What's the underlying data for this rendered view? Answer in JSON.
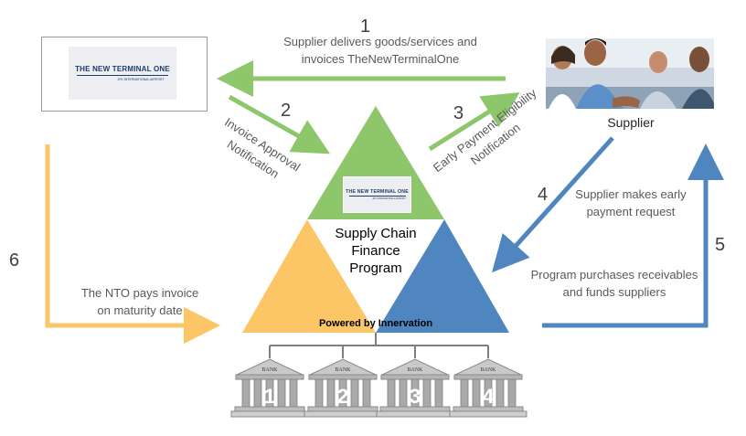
{
  "steps": {
    "s1": {
      "number": "1",
      "text_line1": "Supplier delivers goods/services  and",
      "text_line2": "invoices TheNewTerminalOne"
    },
    "s2": {
      "number": "2",
      "text_line1": "Invoice Approval",
      "text_line2": "Notification"
    },
    "s3": {
      "number": "3",
      "text_line1": "Early Payment Eligibility",
      "text_line2": "Notification"
    },
    "s4": {
      "number": "4",
      "text_line1": "Supplier makes early",
      "text_line2": "payment request"
    },
    "s5": {
      "number": "5",
      "text_line1": "Program purchases receivables",
      "text_line2": "and funds suppliers"
    },
    "s6": {
      "number": "6",
      "text_line1": "The NTO  pays invoice",
      "text_line2": "on maturity date"
    }
  },
  "nto_logo": {
    "title": "THE NEW TERMINAL ONE",
    "subtitle": "JFK INTERNATIONAL AIRPORT"
  },
  "supplier": {
    "label": "Supplier"
  },
  "program": {
    "line1": "Supply Chain",
    "line2": "Finance",
    "line3": "Program",
    "powered_by": "Powered by Innervation"
  },
  "banks": [
    {
      "word": "BANK",
      "number": "1"
    },
    {
      "word": "BANK",
      "number": "2"
    },
    {
      "word": "BANK",
      "number": "3"
    },
    {
      "word": "BANK",
      "number": "4"
    }
  ],
  "colors": {
    "green": "#8dc66b",
    "blue": "#4f86c0",
    "yellow": "#fcc566",
    "text": "#595959"
  }
}
